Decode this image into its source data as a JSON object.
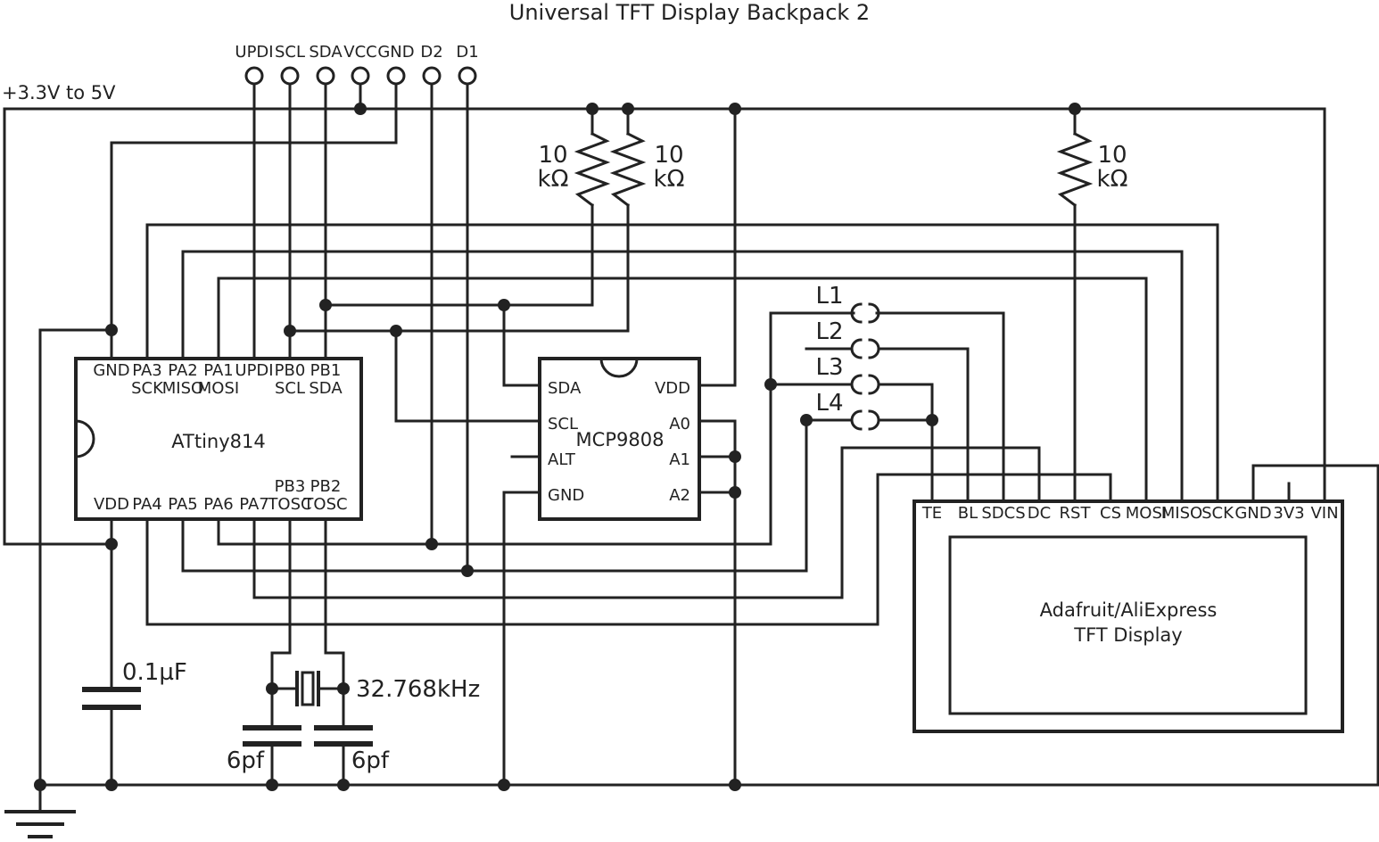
{
  "title": "Universal TFT Display Backpack 2",
  "supply_label": "+3.3V to 5V",
  "header_pins": [
    "UPDI",
    "SCL",
    "SDA",
    "VCC",
    "GND",
    "D2",
    "D1"
  ],
  "resistors": [
    {
      "value": "10",
      "unit": "kΩ"
    },
    {
      "value": "10",
      "unit": "kΩ"
    },
    {
      "value": "10",
      "unit": "kΩ"
    }
  ],
  "attiny": {
    "name": "ATtiny814",
    "top_pins": [
      "GND",
      "PA3",
      "PA2",
      "PA1",
      "UPDI",
      "PB0",
      "PB1"
    ],
    "top_pins_sub": [
      "SCK",
      "MISO",
      "MOSI",
      "SCL",
      "SDA"
    ],
    "bottom_pins": [
      "VDD",
      "PA4",
      "PA5",
      "PA6",
      "PA7",
      "TOSC",
      "TOSC"
    ],
    "bottom_pins_top": [
      "PB3",
      "PB2"
    ]
  },
  "mcp": {
    "name": "MCP9808",
    "left_pins": [
      "SDA",
      "SCL",
      "ALT",
      "GND"
    ],
    "right_pins": [
      "VDD",
      "A0",
      "A1",
      "A2"
    ]
  },
  "links": [
    "L1",
    "L2",
    "L3",
    "L4"
  ],
  "tft": {
    "pins": [
      "TE",
      "BL",
      "SDCS",
      "DC",
      "RST",
      "CS",
      "MOSI",
      "MISO",
      "SCK",
      "GND",
      "3V3",
      "VIN"
    ],
    "label_line1": "Adafruit/AliExpress",
    "label_line2": "TFT Display"
  },
  "capacitor": "0.1µF",
  "crystal": "32.768kHz",
  "load_caps": [
    "6pf",
    "6pf"
  ]
}
